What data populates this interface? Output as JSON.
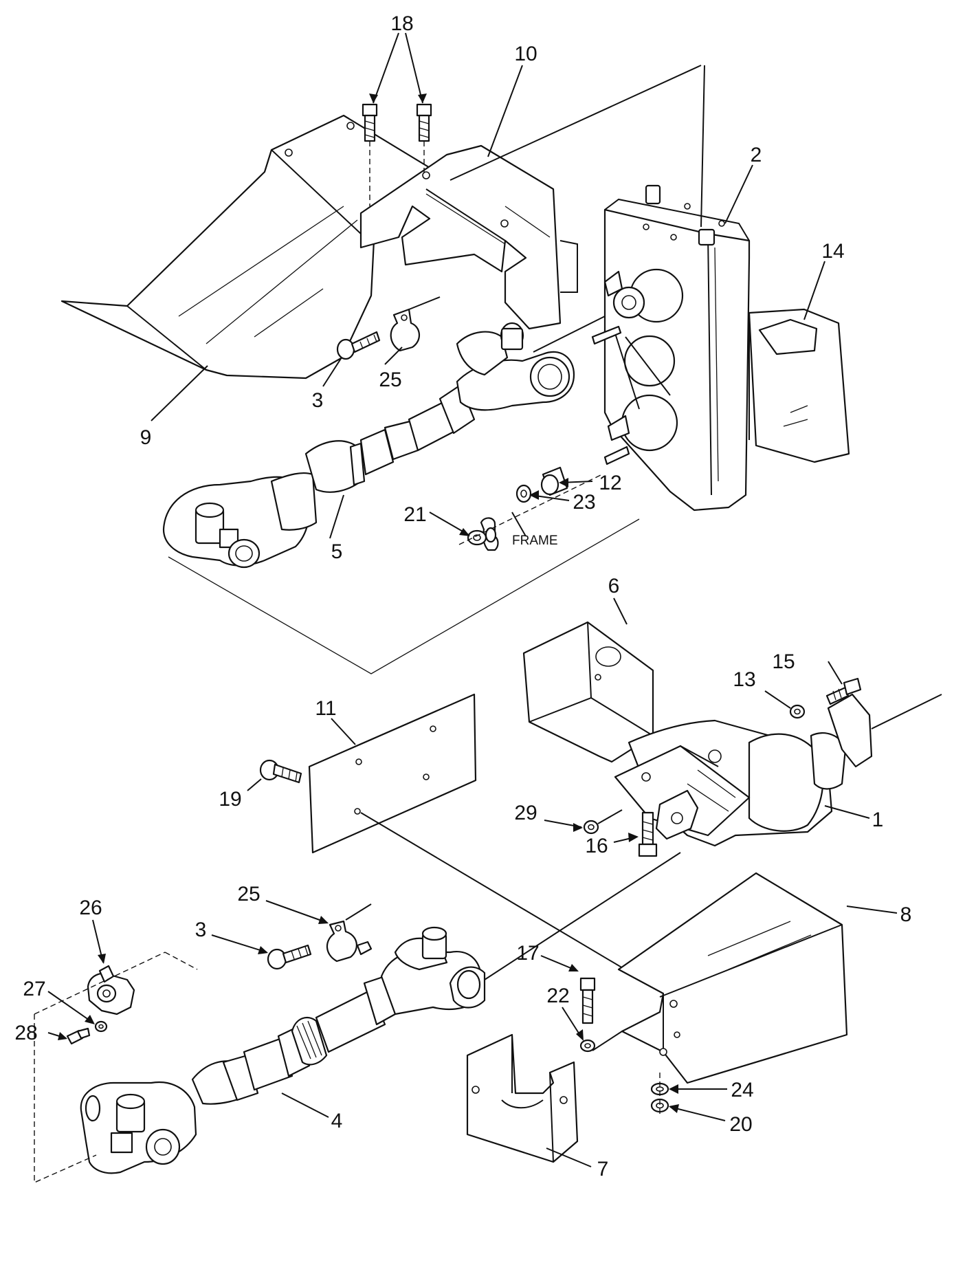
{
  "diagram": {
    "callouts": [
      {
        "id": "18",
        "text": "18"
      },
      {
        "id": "10",
        "text": "10"
      },
      {
        "id": "2",
        "text": "2"
      },
      {
        "id": "14",
        "text": "14"
      },
      {
        "id": "9",
        "text": "9"
      },
      {
        "id": "3a",
        "text": "3"
      },
      {
        "id": "25a",
        "text": "25"
      },
      {
        "id": "5",
        "text": "5"
      },
      {
        "id": "21",
        "text": "21"
      },
      {
        "id": "23",
        "text": "23"
      },
      {
        "id": "12",
        "text": "12"
      },
      {
        "id": "6",
        "text": "6"
      },
      {
        "id": "15",
        "text": "15"
      },
      {
        "id": "13",
        "text": "13"
      },
      {
        "id": "11",
        "text": "11"
      },
      {
        "id": "19",
        "text": "19"
      },
      {
        "id": "29",
        "text": "29"
      },
      {
        "id": "16",
        "text": "16"
      },
      {
        "id": "1",
        "text": "1"
      },
      {
        "id": "25b",
        "text": "25"
      },
      {
        "id": "3b",
        "text": "3"
      },
      {
        "id": "26",
        "text": "26"
      },
      {
        "id": "27",
        "text": "27"
      },
      {
        "id": "28",
        "text": "28"
      },
      {
        "id": "8",
        "text": "8"
      },
      {
        "id": "17",
        "text": "17"
      },
      {
        "id": "22",
        "text": "22"
      },
      {
        "id": "4",
        "text": "4"
      },
      {
        "id": "24",
        "text": "24"
      },
      {
        "id": "20",
        "text": "20"
      },
      {
        "id": "7",
        "text": "7"
      }
    ],
    "frame_label": "FRAME"
  }
}
